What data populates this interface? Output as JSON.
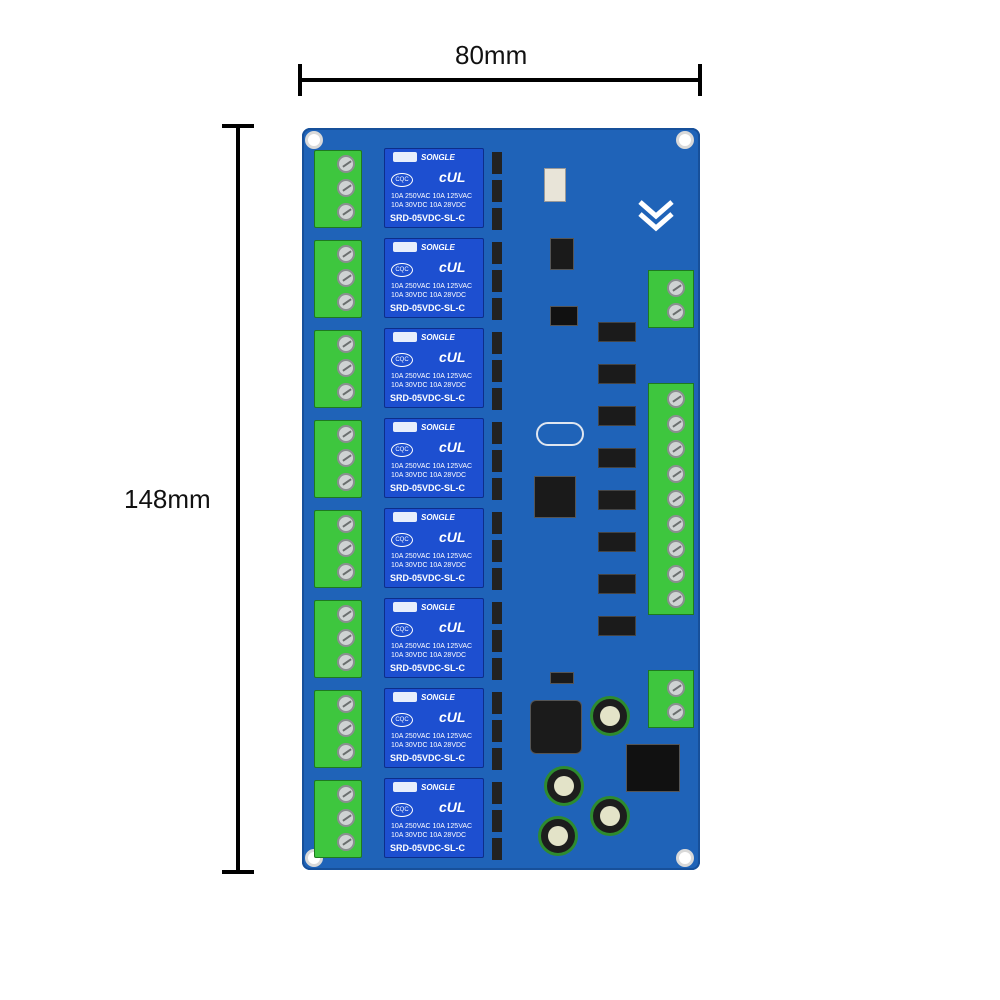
{
  "dimensions": {
    "width_label": "80mm",
    "height_label": "148mm"
  },
  "relay": {
    "brand": "SONGLE",
    "spec_line1": "10A 250VAC  10A 125VAC",
    "spec_line2": "10A  30VDC  10A  28VDC",
    "model": "SRD-05VDC-SL-C",
    "count": 8
  },
  "colors": {
    "board": "#1f63b8",
    "relay": "#1d4fd0",
    "terminal": "#3ec63e"
  }
}
